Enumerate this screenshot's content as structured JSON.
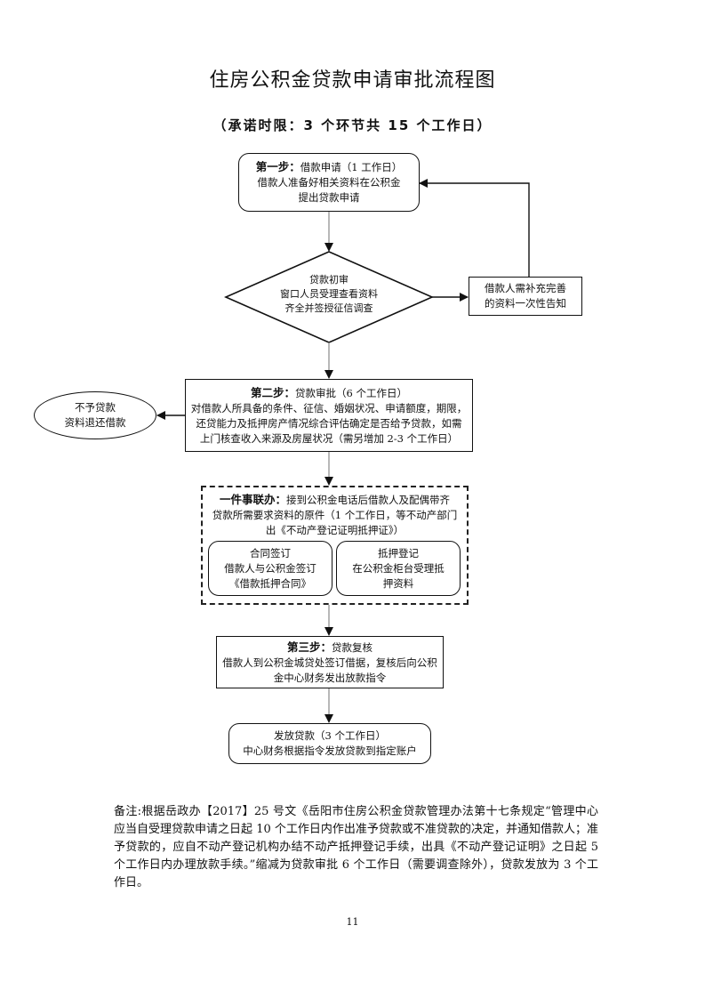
{
  "header": {
    "title": "住房公积金贷款申请审批流程图",
    "subtitle": "（承诺时限：3 个环节共 15 个工作日）"
  },
  "nodes": {
    "step1": {
      "label": "第一步：",
      "heading": "借款申请（1 工作日）",
      "lines": [
        "借款人准备好相关资料在公积金",
        "提出贷款申请"
      ]
    },
    "initial_review": {
      "lines": [
        "贷款初审",
        "窗口人员受理查看资料",
        "齐全并签授征信调查"
      ]
    },
    "supplement": {
      "lines": [
        "借款人需补充完善",
        "的资料一次性告知"
      ]
    },
    "step2": {
      "label": "第二步：",
      "heading": "贷款审批（6 个工作日）",
      "lines": [
        "对借款人所具备的条件、征信、婚姻状况、申请额度，期限，",
        "还贷能力及抵押房产情况综合评估确定是否给予贷款，如需",
        "上门核查收入来源及房屋状况（需另增加 2-3 个工作日）"
      ]
    },
    "rejected": {
      "lines": [
        "不予贷款",
        "资料退还借款"
      ]
    },
    "one_stop": {
      "label": "一件事联办：",
      "lines": [
        "接到公积金电话后借款人及配偶带齐",
        "贷款所需要求资料的原件（1 个工作日，等不动产部门",
        "出《不动产登记证明抵押证》）"
      ],
      "contract": {
        "lines": [
          "合同签订",
          "借款人与公积金签订",
          "《借款抵押合同》"
        ]
      },
      "mortgage": {
        "lines": [
          "抵押登记",
          "在公积金柜台受理抵",
          "押资料"
        ]
      }
    },
    "step3": {
      "label": "第三步：",
      "heading": "贷款复核",
      "lines": [
        "借款人到公积金城贷处签订借据，复核后向公积",
        "金中心财务发出放款指令"
      ]
    },
    "disburse": {
      "lines": [
        "发放贷款（3 个工作日）",
        "中心财务根据指令发放贷款到指定账户"
      ]
    }
  },
  "note": {
    "text": "备注:根据岳政办【2017】25 号文《岳阳市住房公积金贷款管理办法第十七条规定“管理中心应当自受理贷款申请之日起 10 个工作日内作出准予贷款或不准贷款的决定，并通知借款人；准予贷款的，应自不动产登记机构办结不动产抵押登记手续，出具《不动产登记证明》之日起 5 个工作日内办理放款手续。”缩减为贷款审批 6 个工作日（需要调查除外），贷款发放为 3 个工作日。"
  },
  "footer": {
    "page_number": "11"
  }
}
